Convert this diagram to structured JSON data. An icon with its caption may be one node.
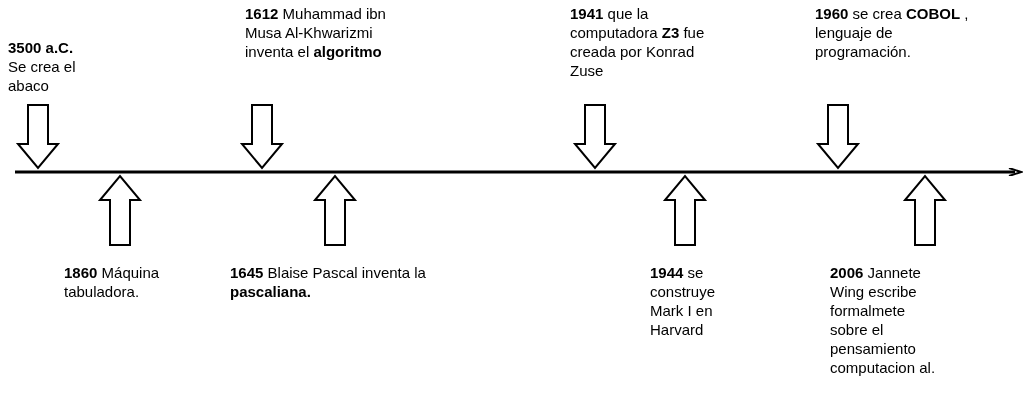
{
  "diagram": {
    "nodes": [
      {
        "text": [
          "**3500 a.C.** Se crea el abaco"
        ]
      },
      {
        "text": [
          "**1860** Máquina tabuladora."
        ]
      },
      {
        "text": [
          "**1612** Muhammad ibn Musa Al-Khwarizmi inventa el **algoritmo**"
        ]
      },
      {
        "text": [
          "**1645** Blaise Pascal inventa la **pascaliana.**"
        ]
      },
      {
        "text": [
          "**1941** que la computadora **Z3** fue creada por Konrad Zuse"
        ]
      },
      {
        "text": [
          "**1944** se construye Mark I en Harvard"
        ]
      },
      {
        "text": [
          "**1960** se crea **COBOL** , lenguaje de programación."
        ]
      },
      {
        "text": [
          "**2006** Jannete Wing escribe formalmete sobre el pensamiento computacion al."
        ]
      },
      {
        "text": [],
        "shape": "arrow"
      }
    ],
    "edges": [
      {
        "from": 0,
        "to": 8,
        "arrow": "to",
        "style": "thick"
      },
      {
        "from": 1,
        "to": 8,
        "arrow": "to",
        "style": "thick"
      },
      {
        "from": 2,
        "to": 8,
        "arrow": "to",
        "style": "thick"
      },
      {
        "from": 3,
        "to": 8,
        "arrow": "to",
        "style": "thick"
      },
      {
        "from": 4,
        "to": 8,
        "arrow": "to",
        "style": "thick"
      },
      {
        "from": 5,
        "to": 8,
        "arrow": "to",
        "style": "thick"
      },
      {
        "from": 6,
        "to": 8,
        "arrow": "to",
        "style": "thick"
      },
      {
        "from": 7,
        "to": 8,
        "arrow": "to",
        "style": "thick"
      }
    ]
  }
}
